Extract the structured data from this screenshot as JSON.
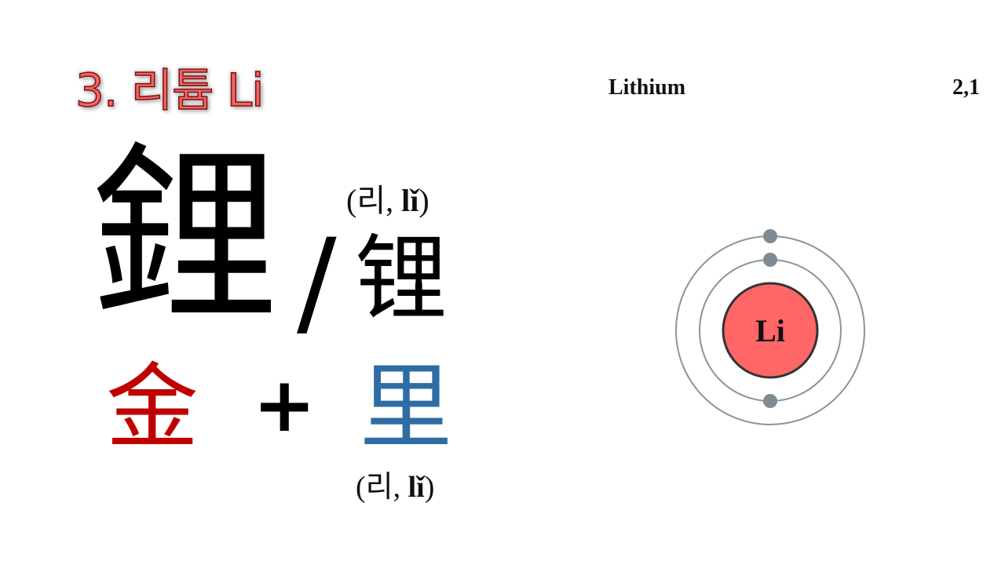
{
  "slide": {
    "title": "3. 리튬 Li",
    "element_name": "Lithium",
    "electron_config": "2,1"
  },
  "hanzi": {
    "traditional": "鋰",
    "separator": "/",
    "simplified": "锂",
    "reading_top": {
      "open": "(",
      "hangul": "리",
      "comma": ", ",
      "pinyin": "lǐ",
      "close": ")"
    },
    "radical": "金",
    "plus": "+",
    "phonetic": "里",
    "reading_bottom": {
      "open": "(",
      "hangul": "리",
      "comma": ", ",
      "pinyin": "lǐ",
      "close": ")"
    }
  },
  "atom": {
    "symbol": "Li",
    "shells": [
      2,
      1
    ],
    "nucleus_color": "#ff6666",
    "nucleus_stroke": "#333333",
    "orbit_color": "#8a9499",
    "electron_color": "#7f8b90"
  },
  "colors": {
    "title": "#f26363",
    "radical": "#c00000",
    "phonetic": "#2e6da4"
  }
}
